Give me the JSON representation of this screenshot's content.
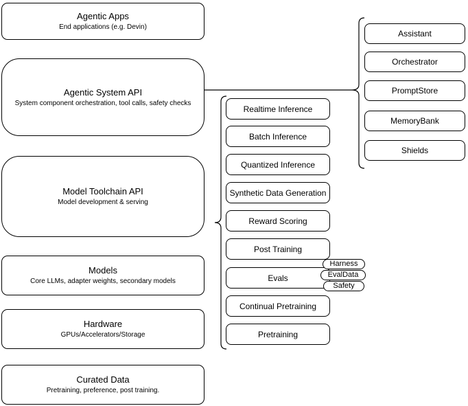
{
  "layers": [
    {
      "title": "Agentic Apps",
      "subtitle": "End applications (e.g. Devin)"
    },
    {
      "title": "Agentic System API",
      "subtitle": "System component orchestration, tool calls, safety checks"
    },
    {
      "title": "Model Toolchain API",
      "subtitle": "Model development & serving"
    },
    {
      "title": "Models",
      "subtitle": "Core LLMs, adapter weights, secondary models"
    },
    {
      "title": "Hardware",
      "subtitle": "GPUs/Accelerators/Storage"
    },
    {
      "title": "Curated Data",
      "subtitle": "Pretraining, preference, post training."
    }
  ],
  "toolchain_components": [
    "Realtime Inference",
    "Batch Inference",
    "Quantized Inference",
    "Synthetic Data Generation",
    "Reward Scoring",
    "Post Training",
    "Evals",
    "Continual Pretraining",
    "Pretraining"
  ],
  "evals_tags": [
    "Harness",
    "EvalData",
    "Safety"
  ],
  "system_components": [
    "Assistant",
    "Orchestrator",
    "PromptStore",
    "MemoryBank",
    "Shields"
  ],
  "colors": {
    "stroke": "#000000",
    "fill": "#ffffff",
    "text": "#000000",
    "background": "#ffffff"
  }
}
